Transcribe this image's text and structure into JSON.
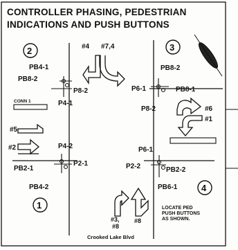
{
  "title_line1": "CONTROLLER PHASING, PEDESTRIAN",
  "title_line2": "INDICATIONS AND PUSH BUTTONS",
  "phases": {
    "p1": "1",
    "p2": "2",
    "p3": "3",
    "p4": "4"
  },
  "labels": {
    "pb4_1": "PB4-1",
    "pb8_2_left": "PB8-2",
    "p8_2_left_dash": "P8-2",
    "p4_1": "P4-1",
    "conn1": "CONN 1",
    "ph4": "#4",
    "ph7_4": "#7,4",
    "pb8_2_right": "PB8-2",
    "p6_1_top": "P6-1",
    "pb8_1": "PB8-1",
    "p8_2_right": "P8-2",
    "ph6": "#6",
    "ph1": "#1",
    "ph5": "#5",
    "ph2": "#2",
    "p4_2": "P4-2",
    "pb2_1": "PB2-1",
    "p2_1": "P2-1",
    "pb4_2": "PB4-2",
    "p6_1_bottom": "P6-1",
    "p2_2": "P2-2",
    "pb2_2": "PB2-2",
    "pb6_1": "PB6-1",
    "ph3": "#3,",
    "ph8_sub": "#8",
    "ph8": "#8",
    "note": "LOCATE PED PUSH BUTTONS AS SHOWN.",
    "street": "Crooked Lake Blvd"
  }
}
